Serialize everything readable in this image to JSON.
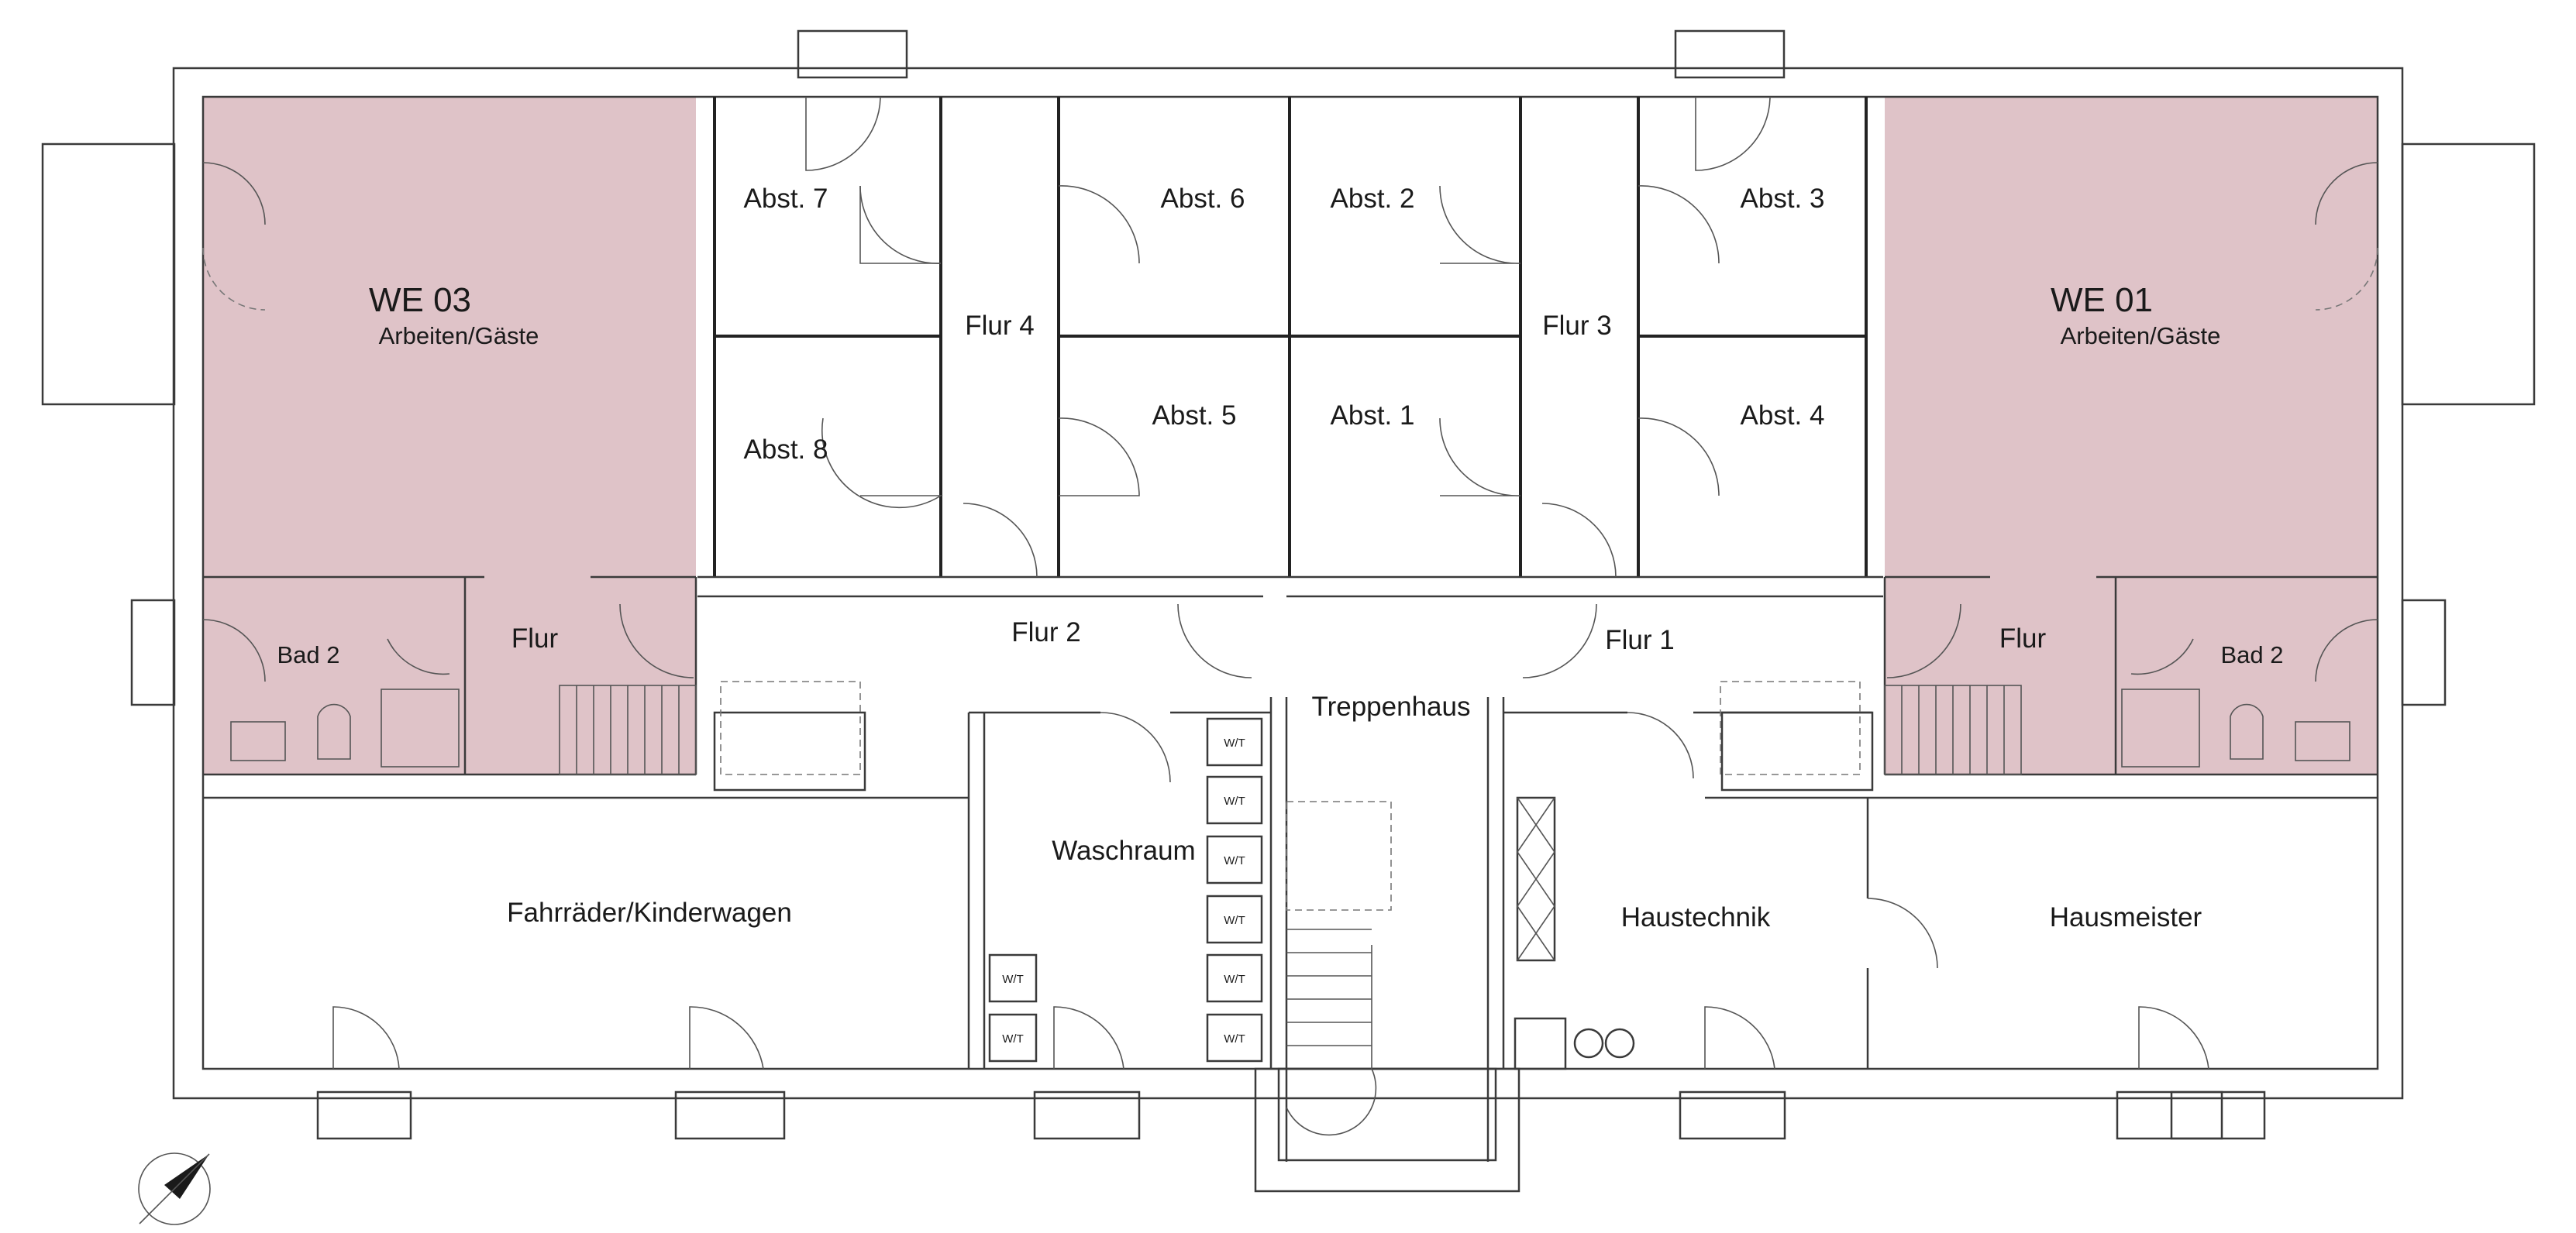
{
  "colors": {
    "unit_fill": "#dfc3c8",
    "wall": "#3a3a3a",
    "background": "#ffffff"
  },
  "rooms": {
    "we03": {
      "name": "WE 03",
      "use": "Arbeiten/Gäste"
    },
    "we01": {
      "name": "WE 01",
      "use": "Arbeiten/Gäste"
    },
    "abst7": "Abst. 7",
    "abst6": "Abst. 6",
    "abst2": "Abst. 2",
    "abst3": "Abst. 3",
    "abst8": "Abst. 8",
    "abst5": "Abst. 5",
    "abst1": "Abst. 1",
    "abst4": "Abst. 4",
    "flur4": "Flur 4",
    "flur3": "Flur 3",
    "flur2": "Flur 2",
    "flur1": "Flur 1",
    "flur_left": "Flur",
    "flur_right": "Flur",
    "bad2_left": "Bad 2",
    "bad2_right": "Bad 2",
    "treppenhaus": "Treppenhaus",
    "waschraum": "Waschraum",
    "fahrraeder": "Fahrräder/Kinderwagen",
    "haustechnik": "Haustechnik",
    "hausmeister": "Hausmeister"
  },
  "wt_label": "W/T",
  "icons": [
    "north-arrow-icon",
    "washbasin-icon",
    "toilet-icon",
    "door-swing-icon",
    "staircase-icon"
  ]
}
